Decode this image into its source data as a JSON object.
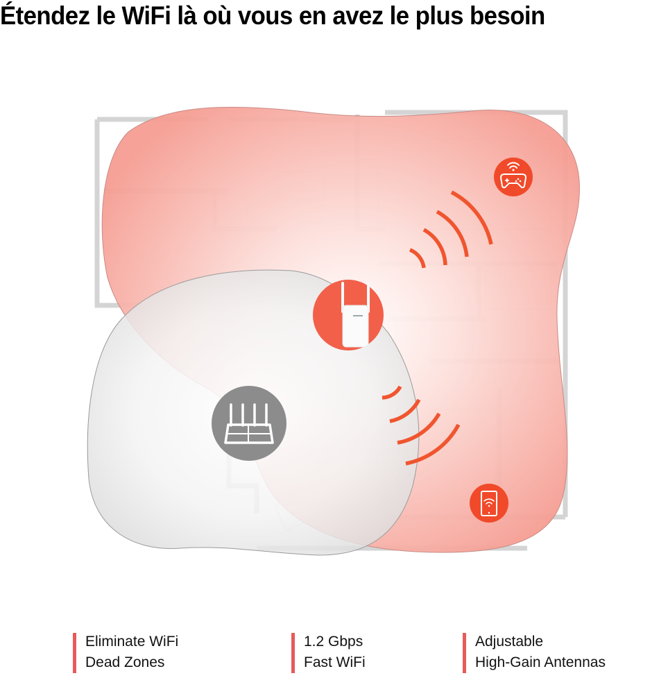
{
  "header": {
    "title": "Étendez le WiFi là où vous en avez le plus besoin"
  },
  "diagram": {
    "router": {
      "icon": "router-icon",
      "color": "#8c8c8c"
    },
    "extender": {
      "icon": "range-extender-icon",
      "color": "#f2604a"
    },
    "devices": [
      {
        "icon": "game-controller-wifi-icon",
        "color": "#f04a2a"
      },
      {
        "icon": "tablet-wifi-icon",
        "color": "#f04a2a"
      }
    ],
    "signal_waves": [
      {
        "direction": "up-right",
        "count": 4
      },
      {
        "direction": "down-right",
        "count": 4
      }
    ],
    "coverage_colors": {
      "extended": "#f7a79d",
      "router": "#d9d9d9",
      "wave": "#f0552f"
    }
  },
  "features": [
    {
      "line1": "Eliminate WiFi",
      "line2": "Dead Zones",
      "accent": "#e85a5a"
    },
    {
      "line1": "1.2 Gbps",
      "line2": "Fast WiFi",
      "accent": "#e85a5a"
    },
    {
      "line1": "Adjustable",
      "line2": "High-Gain Antennas",
      "accent": "#e85a5a"
    }
  ]
}
